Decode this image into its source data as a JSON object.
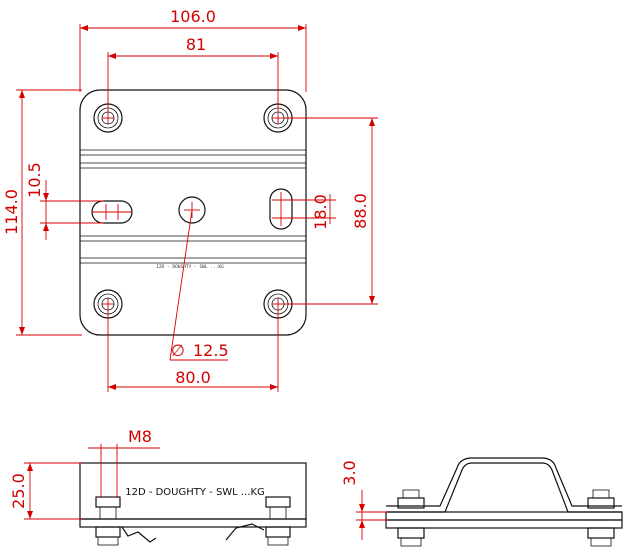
{
  "drawing": {
    "dims": {
      "overall_width": "106.0",
      "hole_spacing_top": "81",
      "overall_height": "114.0",
      "slot_offset": "10.5",
      "slot_height": "18.0",
      "hole_spacing_vertical": "88.0",
      "center_hole_diameter": "12.5",
      "hole_spacing_bottom": "80.0",
      "thread": "M8",
      "side_height": "25.0",
      "thickness": "3.0"
    },
    "diameter_symbol": "∅",
    "plate_marking_large": "12D - DOUGHTY - SWL ...KG",
    "plate_marking_small": "12D - DOUGHTY - SWL ...KG"
  },
  "colors": {
    "dimension": "#d40000",
    "outline": "#111111"
  }
}
